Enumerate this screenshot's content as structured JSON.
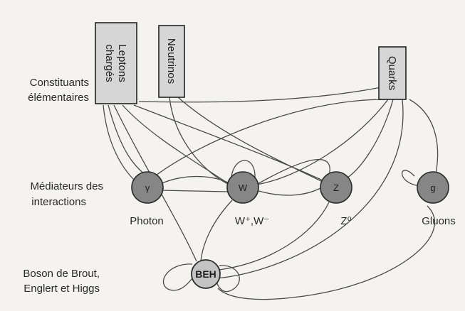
{
  "rows": {
    "constituents": [
      "Constituants",
      "élémentaires"
    ],
    "mediators": [
      "Médiateurs des",
      "interactions"
    ],
    "boson": [
      "Boson de Brout,",
      "Englert et Higgs"
    ]
  },
  "boxes": {
    "leptons": [
      "Leptons",
      "chargés"
    ],
    "neutrinos": [
      "Neutrinos"
    ],
    "quarks": [
      "Quarks"
    ]
  },
  "nodes": {
    "photon": {
      "symbol": "γ",
      "name": "Photon"
    },
    "w": {
      "symbol": "W",
      "name": "W⁺,W⁻"
    },
    "z": {
      "symbol": "Z",
      "name": "Z⁰"
    },
    "gluon": {
      "symbol": "g",
      "name": "Gluons"
    },
    "beh": {
      "symbol": "BEH"
    }
  },
  "colors": {
    "box_fill": "#d6d6d6",
    "node_fill": "#868686",
    "beh_fill": "#c4c4c4",
    "line": "#4a4a4a"
  }
}
